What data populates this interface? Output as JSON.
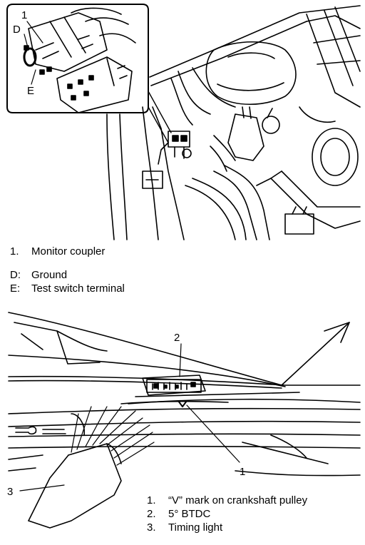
{
  "figure1": {
    "callouts": {
      "item1": "1",
      "ground": "D",
      "test_switch": "E"
    },
    "legend": [
      {
        "num": "1.",
        "text": "Monitor coupler"
      },
      {
        "num": "D:",
        "text": "Ground"
      },
      {
        "num": "E:",
        "text": "Test switch terminal"
      }
    ]
  },
  "figure2": {
    "callouts": {
      "item1": "1",
      "item2": "2",
      "item3": "3"
    },
    "legend": [
      {
        "num": "1.",
        "text": "“V” mark on crankshaft pulley"
      },
      {
        "num": "2.",
        "text": "5° BTDC"
      },
      {
        "num": "3.",
        "text": "Timing light"
      }
    ]
  }
}
